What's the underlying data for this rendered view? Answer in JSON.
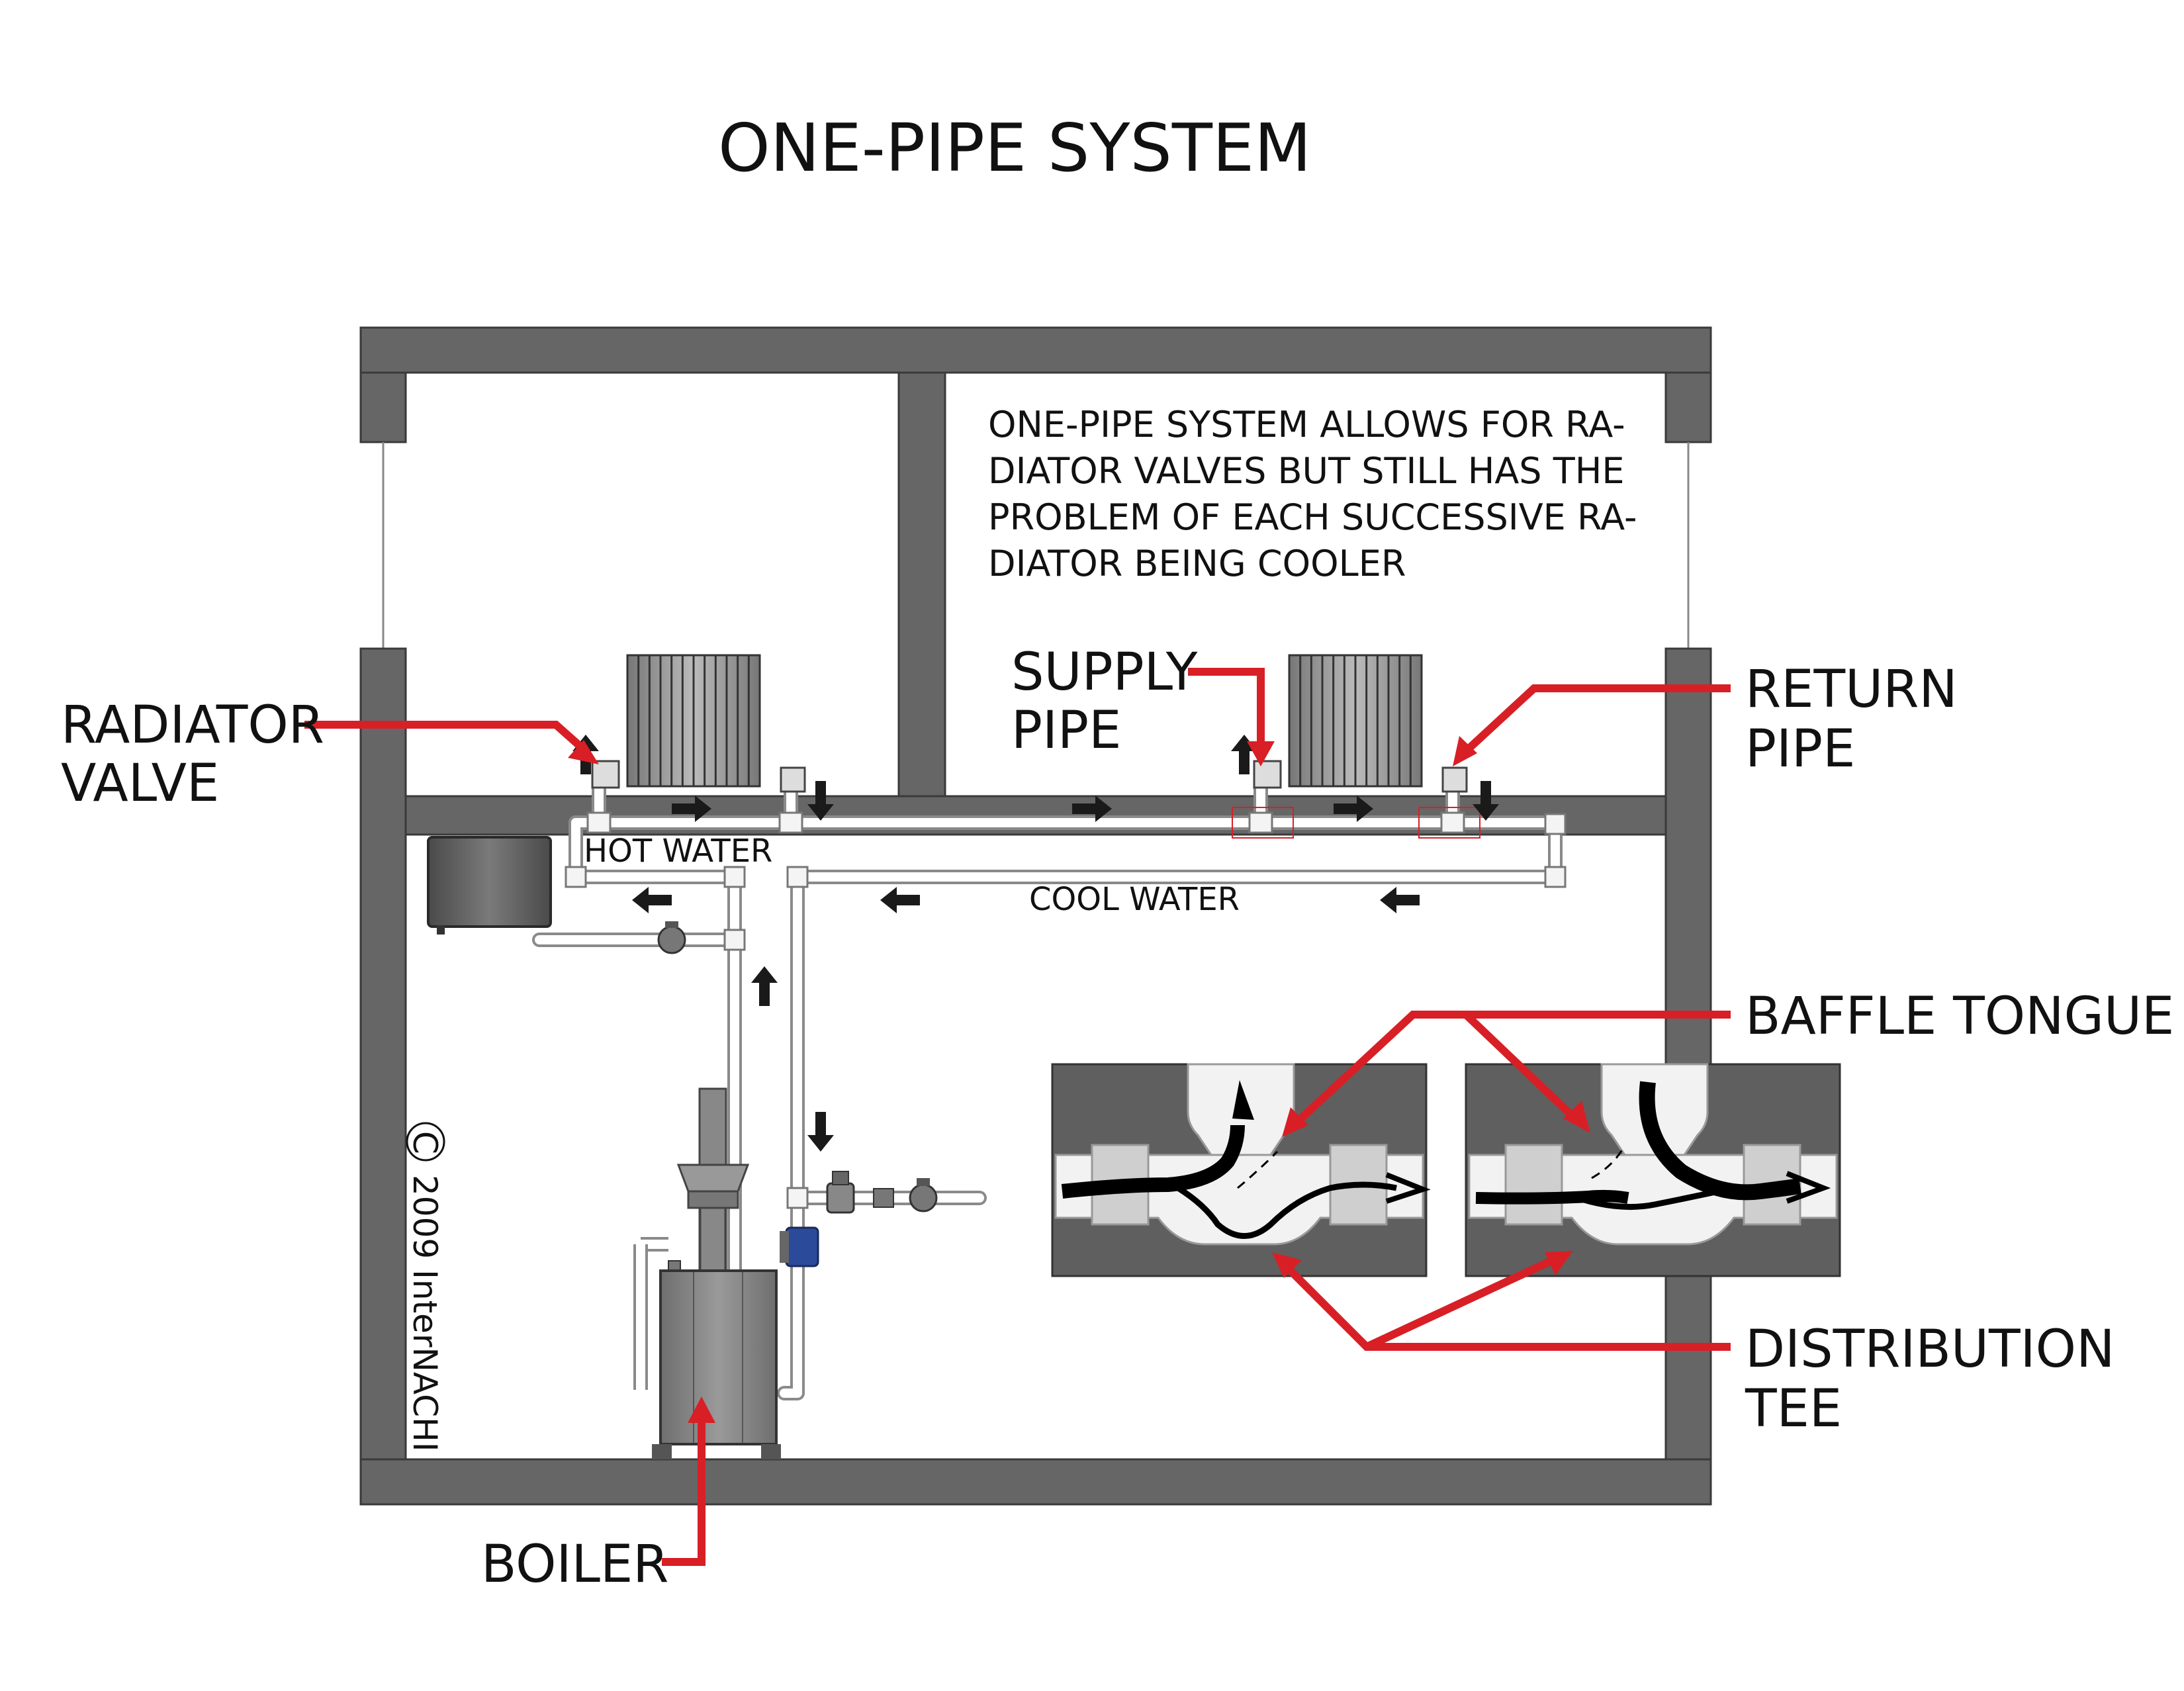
{
  "title": "ONE-PIPE SYSTEM",
  "note": {
    "lines": [
      "ONE-PIPE SYSTEM ALLOWS FOR RA-",
      "DIATOR VALVES BUT STILL HAS THE",
      "PROBLEM OF EACH SUCCESSIVE RA-",
      "DIATOR BEING COOLER"
    ]
  },
  "callouts": {
    "radiator_valve": [
      "RADIATOR",
      "VALVE"
    ],
    "supply_pipe": [
      "SUPPLY",
      "PIPE"
    ],
    "return_pipe": [
      "RETURN",
      "PIPE"
    ],
    "baffle_tongue": "BAFFLE TONGUE",
    "distribution_tee": [
      "DISTRIBUTION",
      "TEE"
    ],
    "boiler": "BOILER"
  },
  "pipe_labels": {
    "hot_water": "HOT WATER",
    "cool_water": "COOL WATER"
  },
  "copyright": {
    "symbol": "C",
    "text": "2009 InterNACHI"
  },
  "colors": {
    "wall": "#666666",
    "wall_edge": "#3a3a3a",
    "callout": "#d81f26",
    "arrow": "#1a1a1a",
    "pipe": "#ffffff",
    "pipe_edge": "#8a8a8a",
    "tee_bg": "#5f5f5f"
  }
}
